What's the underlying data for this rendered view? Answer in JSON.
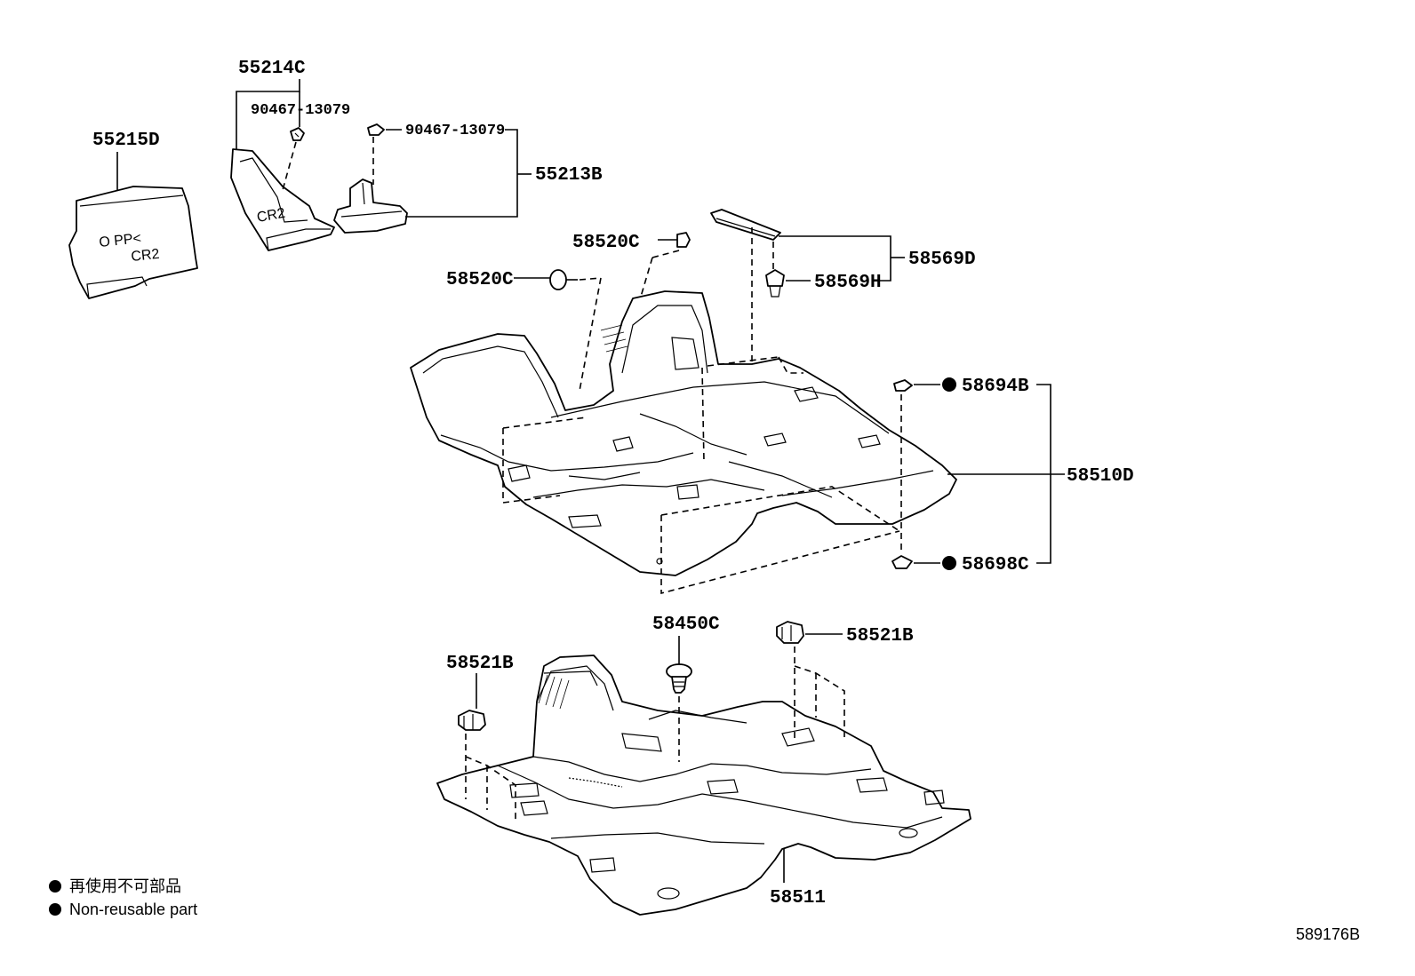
{
  "diagram_id": "589176B",
  "legend": {
    "line_ja": "再使用不可部品",
    "line_en": "Non-reusable part"
  },
  "labels": {
    "p55214C": "55214C",
    "p90467a": "90467-13079",
    "p90467b": "90467-13079",
    "p55215D": "55215D",
    "p55213B": "55213B",
    "p58520Ca": "58520C",
    "p58520Cb": "58520C",
    "p58569D": "58569D",
    "p58569H": "58569H",
    "p58694B": "58694B",
    "p58510D": "58510D",
    "p58698C": "58698C",
    "p58450C": "58450C",
    "p58521Ba": "58521B",
    "p58521Bb": "58521B",
    "p58511": "58511"
  },
  "non_reusable_marker": "filled-circle",
  "colors": {
    "ink": "#000000",
    "paper": "#ffffff"
  }
}
